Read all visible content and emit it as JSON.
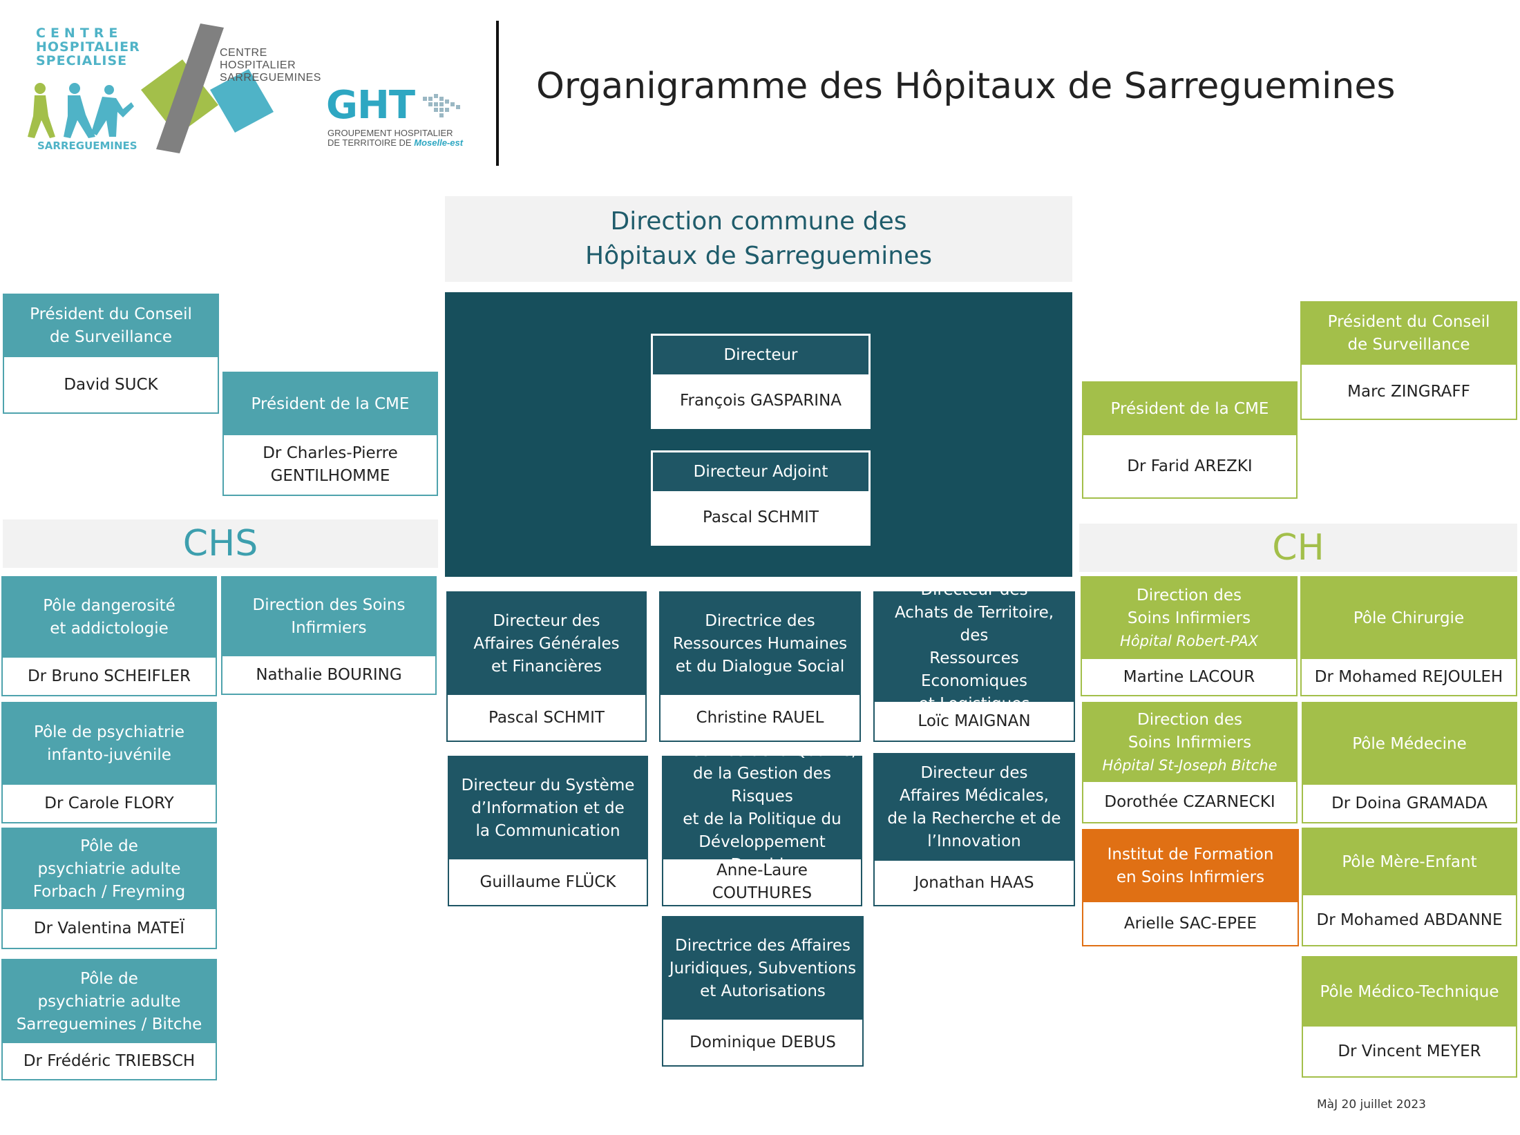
{
  "header": {
    "title": "Organigramme des Hôpitaux de Sarreguemines",
    "logo_chs": {
      "line1": "CENTRE",
      "line2": "HOSPITALIER",
      "line3": "SPECIALISE",
      "foot": "SARREGUEMINES"
    },
    "logo_ch": {
      "text": "CENTRE\nHOSPITALIER\nSARREGUEMINES"
    },
    "logo_ght": {
      "big": "GHT",
      "line1": "GROUPEMENT HOSPITALIER",
      "line2": "DE TERRITOIRE DE",
      "moselle": "Moselle-est"
    }
  },
  "colors": {
    "teal": "#4ea3ad",
    "green": "#a3bf4a",
    "dark": "#1f5665",
    "orange": "#e07014",
    "title_blue": "#1f5c6b"
  },
  "direction_commune": {
    "title": "Direction commune des\nHôpitaux de Sarreguemines",
    "directeur": {
      "role": "Directeur",
      "name": "François GASPARINA"
    },
    "adjoint": {
      "role": "Directeur Adjoint",
      "name": "Pascal SCHMIT"
    }
  },
  "chs_left": {
    "president_conseil": {
      "role": "Président du Conseil\nde Surveillance",
      "name": "David SUCK"
    },
    "president_cme": {
      "role": "Président de la CME",
      "name": "Dr Charles-Pierre\nGENTILHOMME"
    },
    "band": "CHS",
    "poles": [
      {
        "role": "Pôle dangerosité\net addictologie",
        "name": "Dr Bruno SCHEIFLER"
      },
      {
        "role": "Direction des Soins\nInfirmiers",
        "name": "Nathalie BOURING"
      },
      {
        "role": "Pôle de psychiatrie\ninfanto-juvénile",
        "name": "Dr Carole FLORY"
      },
      {
        "role": "Pôle de\npsychiatrie adulte\nForbach / Freyming",
        "name": "Dr Valentina MATEÏ"
      },
      {
        "role": "Pôle de\npsychiatrie adulte\nSarreguemines / Bitche",
        "name": "Dr Frédéric TRIEBSCH"
      }
    ]
  },
  "directions": [
    {
      "role": "Directeur des\nAffaires Générales\net Financières",
      "name": "Pascal SCHMIT"
    },
    {
      "role": "Directrice des\nRessources Humaines\net du Dialogue Social",
      "name": "Christine RAUEL"
    },
    {
      "role": "Directeur des\nAchats de Territoire, des\nRessources Economiques\net Logistiques",
      "name": "Loïc MAIGNAN"
    },
    {
      "role": "Directeur du Système\nd’Information et de\nla Communication",
      "name": "Guillaume FLÜCK"
    },
    {
      "role": "Directrice de la Qualité,\nde la Gestion des Risques\net de la Politique du\nDéveloppement Durable",
      "name": "Anne-Laure COUTHURES"
    },
    {
      "role": "Directeur des\nAffaires Médicales,\nde la Recherche et de\nl’Innovation",
      "name": "Jonathan HAAS"
    },
    {
      "role": "Directrice des Affaires\nJuridiques, Subventions\net Autorisations",
      "name": "Dominique DEBUS"
    }
  ],
  "ch_right": {
    "president_conseil": {
      "role": "Président du Conseil\nde Surveillance",
      "name": "Marc ZINGRAFF"
    },
    "president_cme": {
      "role": "Président de la CME",
      "name": "Dr Farid AREZKI"
    },
    "band": "CH",
    "poles": [
      {
        "role": "Direction des\nSoins Infirmiers",
        "sub": "Hôpital Robert-PAX",
        "name": "Martine LACOUR"
      },
      {
        "role": "Pôle Chirurgie",
        "sub": "",
        "name": "Dr Mohamed REJOULEH"
      },
      {
        "role": "Direction des\nSoins Infirmiers",
        "sub": "Hôpital St-Joseph Bitche",
        "name": "Dorothée CZARNECKI"
      },
      {
        "role": "Pôle Médecine",
        "sub": "",
        "name": "Dr Doina GRAMADA"
      },
      {
        "role": "Institut de Formation\nen Soins Infirmiers",
        "sub": "",
        "name": "Arielle SAC-EPEE"
      },
      {
        "role": "Pôle Mère-Enfant",
        "sub": "",
        "name": "Dr Mohamed ABDANNE"
      },
      {
        "role": "Pôle Médico-Technique",
        "sub": "",
        "name": "Dr Vincent MEYER"
      }
    ]
  },
  "footer": {
    "update": "MàJ 20 juillet 2023"
  }
}
